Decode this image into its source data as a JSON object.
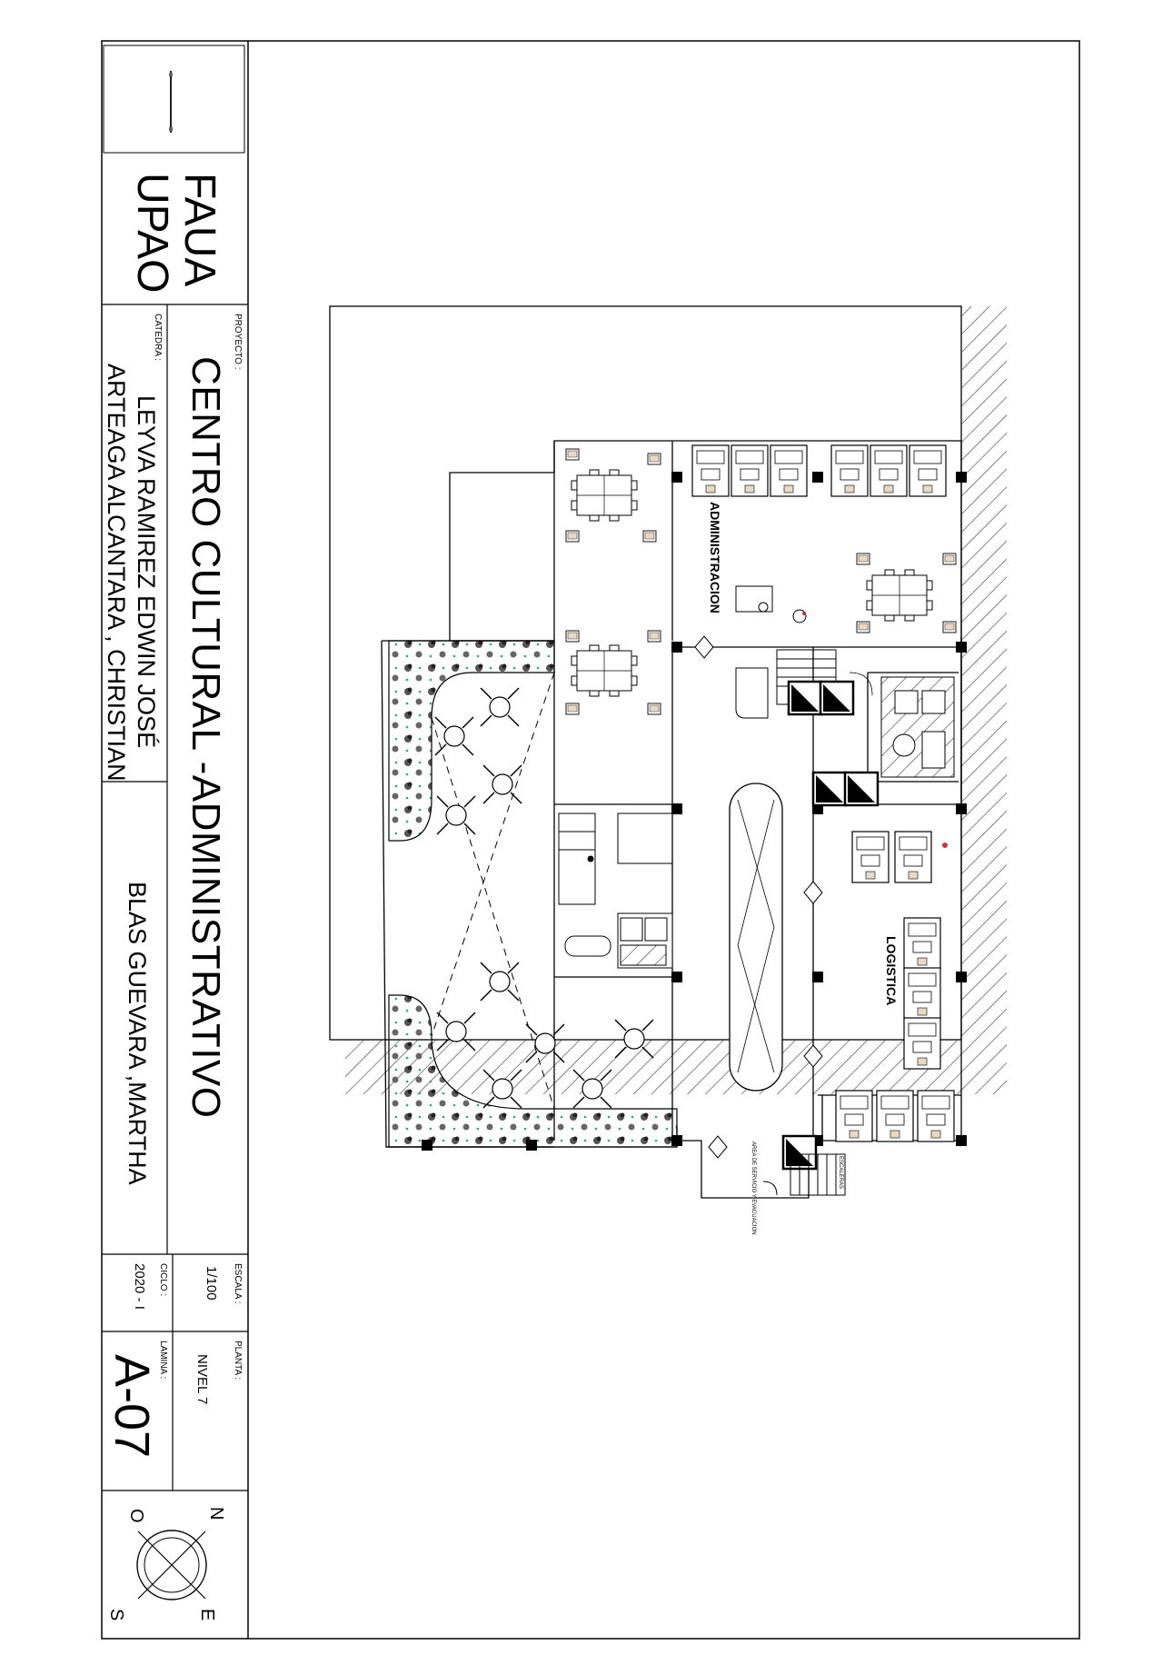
{
  "institution": {
    "line1": "FAUA",
    "line2": "UPAO"
  },
  "project": {
    "label": "PROYECTO :",
    "title": "CENTRO CULTURAL -ADMINISTRATIVO"
  },
  "chair": {
    "label": "CATEDRA :",
    "professor1": "LEYVA RAMIREZ EDWIN JOSÉ",
    "professor2": "ARTEAGA ALCANTARA , CHRISTIAN"
  },
  "student": {
    "name": "BLAS GUEVARA ,MARTHA"
  },
  "scale": {
    "label": "ESCALA :",
    "value": "1/100"
  },
  "cycle": {
    "label": "CICLO :",
    "value": "2020 - I"
  },
  "floor": {
    "label": "PLANTA :",
    "value": "NIVEL 7"
  },
  "sheet": {
    "label": "LAMINA :",
    "value": "A-07"
  },
  "compass": {
    "n": "N",
    "e": "E",
    "s": "S",
    "o": "O"
  },
  "plan": {
    "room_admin": "ADMINISTRACION",
    "room_logistics": "LOGISTICA",
    "room_service": "AREA DE SERVICIO Y EVACUACION",
    "room_stairs": "ESCALERAS"
  },
  "colors": {
    "line": "#000000",
    "hatch": "#333333",
    "plant_accent": "#2aa87a"
  }
}
